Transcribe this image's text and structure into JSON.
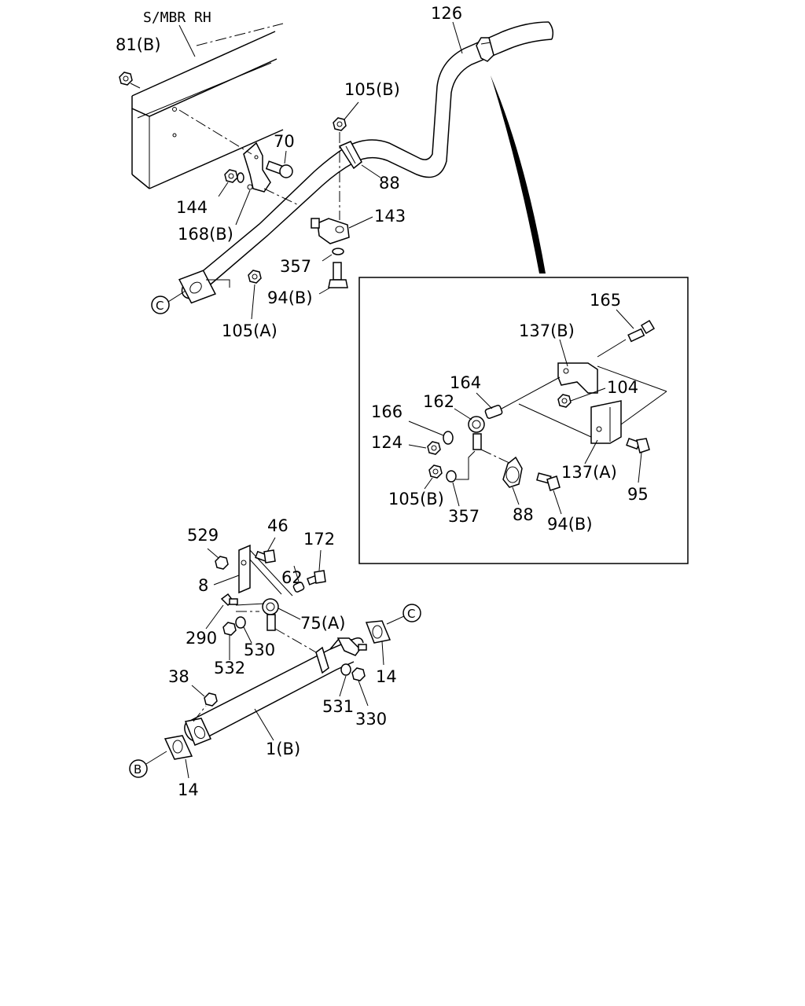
{
  "title": "",
  "header_label": "S/MBR RH",
  "connectors": {
    "c": "C",
    "b": "B"
  },
  "labels": {
    "l126": "126",
    "l81b": "81(B)",
    "l105b_top": "105(B)",
    "l70": "70",
    "l88_top": "88",
    "l144": "144",
    "l143": "143",
    "l168b": "168(B)",
    "l357_top": "357",
    "l94b_top": "94(B)",
    "l105a": "105(A)",
    "l165": "165",
    "l137b": "137(B)",
    "l104": "104",
    "l164": "164",
    "l162": "162",
    "l166": "166",
    "l124": "124",
    "l137a": "137(A)",
    "l105b_detail": "105(B)",
    "l357_detail": "357",
    "l88_detail": "88",
    "l94b_detail": "94(B)",
    "l95": "95",
    "l529": "529",
    "l46": "46",
    "l172": "172",
    "l62": "62",
    "l8": "8",
    "l75a": "75(A)",
    "l290": "290",
    "l530": "530",
    "l532": "532",
    "l14_right": "14",
    "l38": "38",
    "l531": "531",
    "l330": "330",
    "l1b": "1(B)",
    "l14_left": "14"
  }
}
